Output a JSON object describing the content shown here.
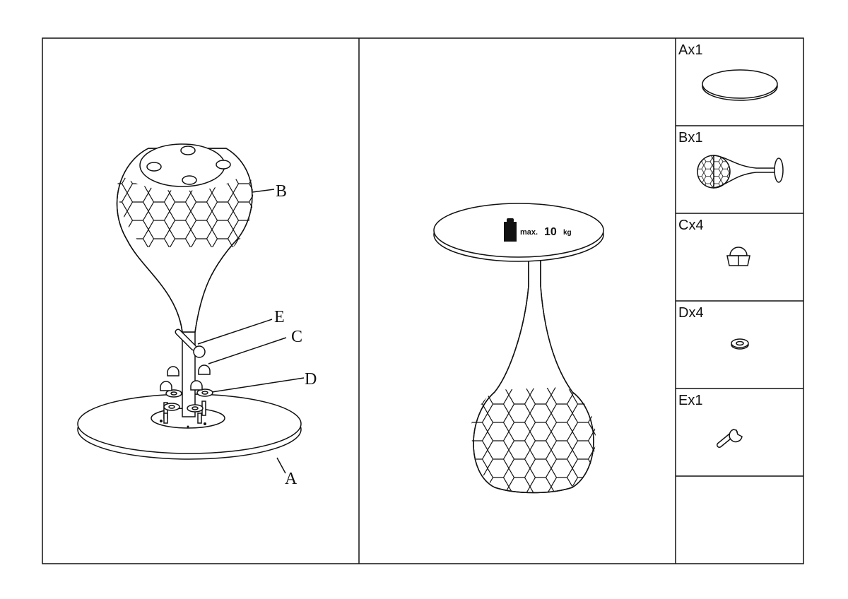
{
  "sheet": {
    "assembly_labels": {
      "a": "A",
      "b": "B",
      "c": "C",
      "d": "D",
      "e": "E"
    },
    "weight_notice": {
      "prefix": "max.",
      "value": "10",
      "unit": "kg",
      "icon": "weight-icon"
    },
    "parts": [
      {
        "label": "Ax1",
        "icon": "tabletop-icon"
      },
      {
        "label": "Bx1",
        "icon": "pedestal-icon"
      },
      {
        "label": "Cx4",
        "icon": "cap-nut-icon"
      },
      {
        "label": "Dx4",
        "icon": "washer-icon"
      },
      {
        "label": "Ex1",
        "icon": "wrench-icon"
      }
    ]
  }
}
